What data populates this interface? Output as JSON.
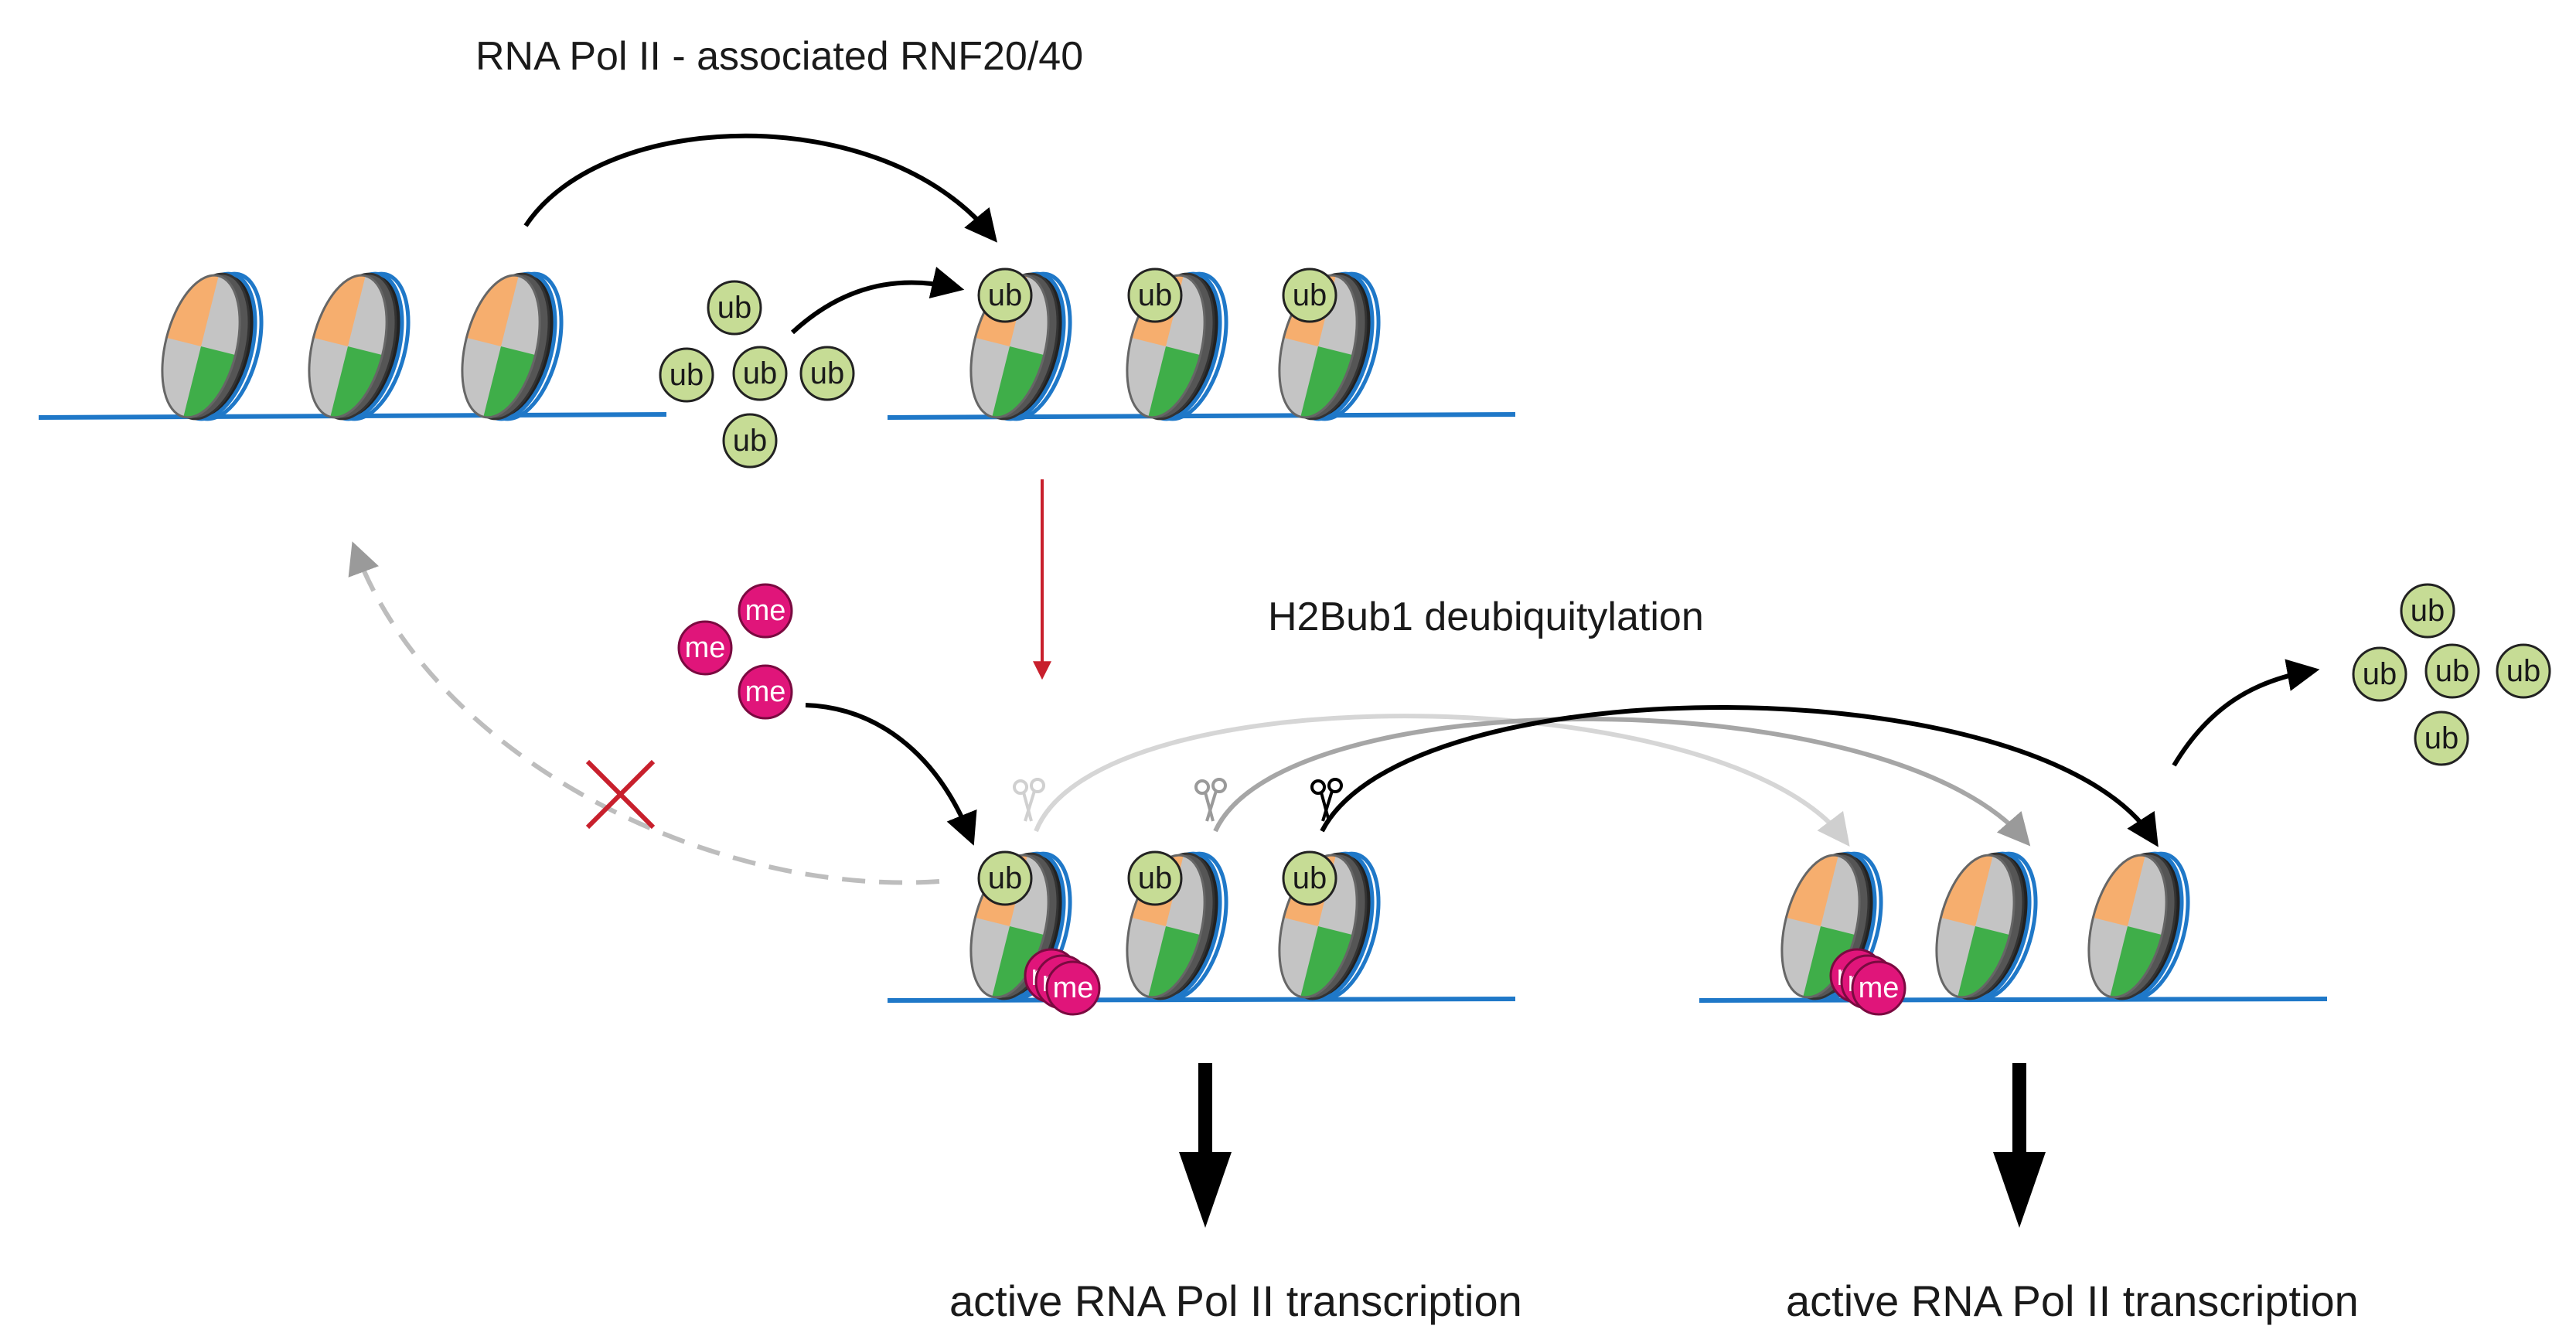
{
  "labels": {
    "top": "RNA Pol II - associated RNF20/40",
    "middle": "H2Bub1 deubiquitylation",
    "output_left": "active RNA Pol II transcription",
    "output_right": "active RNA Pol II transcription"
  },
  "tokens": {
    "ubiquitin": "ub",
    "methyl": "me"
  },
  "colors": {
    "dna": "#1f78c8",
    "nucleosome_orange": "#f6ae6e",
    "nucleosome_green": "#3fae49",
    "nucleosome_grey": "#c4c4c4",
    "ubiquitin": "#c6dc95",
    "methyl": "#e0157a",
    "inhibition_arrow": "#c8202d",
    "faded_arrow": "#c8c8c8"
  },
  "icons": [
    "nucleosome-icon",
    "ubiquitin-icon",
    "methyl-icon",
    "scissors-icon",
    "cross-icon"
  ]
}
